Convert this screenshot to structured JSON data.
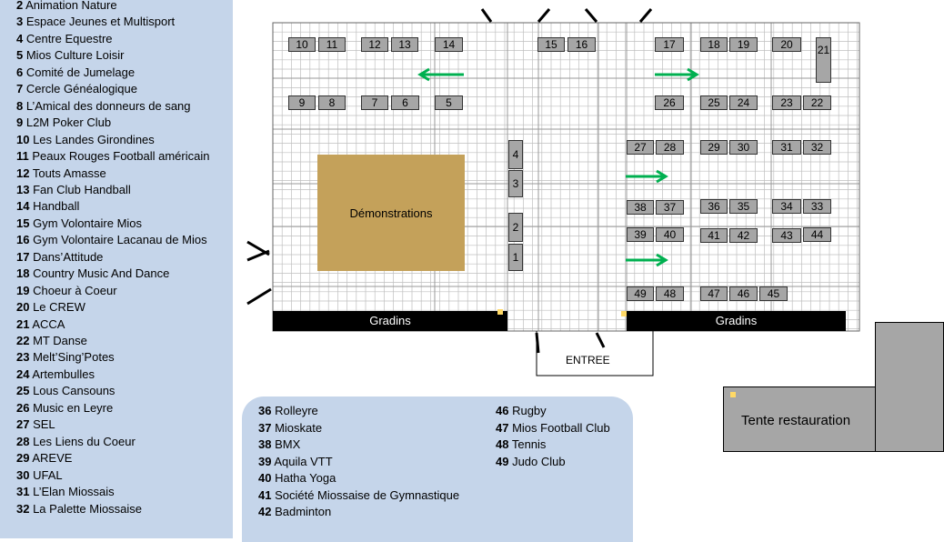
{
  "legend_left": [
    {
      "num": "2",
      "name": "Animation Nature"
    },
    {
      "num": "3",
      "name": "Espace Jeunes et Multisport"
    },
    {
      "num": "4",
      "name": "Centre Equestre"
    },
    {
      "num": "5",
      "name": "Mios Culture Loisir"
    },
    {
      "num": "6",
      "name": "Comité de Jumelage"
    },
    {
      "num": "7",
      "name": "Cercle Généalogique"
    },
    {
      "num": "8",
      "name": "L’Amical des donneurs de sang"
    },
    {
      "num": "9",
      "name": " L2M Poker Club"
    },
    {
      "num": "10",
      "name": "Les Landes Girondines"
    },
    {
      "num": "11",
      "name": "Peaux Rouges Football américain"
    },
    {
      "num": "12",
      "name": "Touts Amasse"
    },
    {
      "num": "13",
      "name": "Fan Club Handball"
    },
    {
      "num": "14",
      "name": "Handball"
    },
    {
      "num": "15",
      "name": "Gym Volontaire Mios"
    },
    {
      "num": "16",
      "name": "Gym Volontaire Lacanau de Mios"
    },
    {
      "num": "17",
      "name": "Dans’Attitude"
    },
    {
      "num": "18",
      "name": "Country Music And Dance"
    },
    {
      "num": "19",
      "name": "Choeur à Coeur"
    },
    {
      "num": "20",
      "name": "Le CREW"
    },
    {
      "num": "21",
      "name": "ACCA"
    },
    {
      "num": "22",
      "name": "MT Danse"
    },
    {
      "num": "23",
      "name": "Melt’Sing’Potes"
    },
    {
      "num": "24",
      "name": "Artembulles"
    },
    {
      "num": "25",
      "name": "Lous Cansouns"
    },
    {
      "num": "26",
      "name": "Music en Leyre"
    },
    {
      "num": "27",
      "name": "SEL"
    },
    {
      "num": "28",
      "name": "Les Liens du Coeur"
    },
    {
      "num": "29",
      "name": "AREVE"
    },
    {
      "num": "30",
      "name": "UFAL"
    },
    {
      "num": "31",
      "name": "L’Elan Miossais"
    },
    {
      "num": "32",
      "name": "La Palette Miossaise"
    }
  ],
  "legend_bottom_col1": [
    {
      "num": "36",
      "name": "Rolleyre"
    },
    {
      "num": "37",
      "name": "Mioskate"
    },
    {
      "num": "38",
      "name": "BMX"
    },
    {
      "num": "39",
      "name": "Aquila VTT"
    },
    {
      "num": "40",
      "name": "Hatha Yoga"
    },
    {
      "num": "41",
      "name": "Société Miossaise de Gymnastique"
    },
    {
      "num": "42",
      "name": "Badminton"
    }
  ],
  "legend_bottom_col2": [
    {
      "num": "46",
      "name": "Rugby"
    },
    {
      "num": "47",
      "name": "Mios Football Club"
    },
    {
      "num": "48",
      "name": "Tennis"
    },
    {
      "num": "49",
      "name": "Judo Club"
    }
  ],
  "floor": {
    "demo_label": "Démonstrations",
    "gradins_left": "Gradins",
    "gradins_right": "Gradins",
    "entree": "ENTREE",
    "tente": "Tente restauration"
  },
  "stands": [
    "10",
    "11",
    "12",
    "13",
    "14",
    "15",
    "16",
    "17",
    "18",
    "19",
    "20",
    "21",
    "9",
    "8",
    "7",
    "6",
    "5",
    "26",
    "25",
    "24",
    "23",
    "22",
    "4",
    "3",
    "2",
    "1",
    "27",
    "28",
    "29",
    "30",
    "31",
    "32",
    "38",
    "37",
    "36",
    "35",
    "34",
    "33",
    "39",
    "40",
    "41",
    "42",
    "43",
    "44",
    "49",
    "48",
    "47",
    "46",
    "45"
  ],
  "colors": {
    "panel": "#c5d5ea",
    "stand": "#a6a6a6",
    "demo": "#c4a15a",
    "arrow": "#00b050",
    "grid": "#bfbfbf"
  }
}
